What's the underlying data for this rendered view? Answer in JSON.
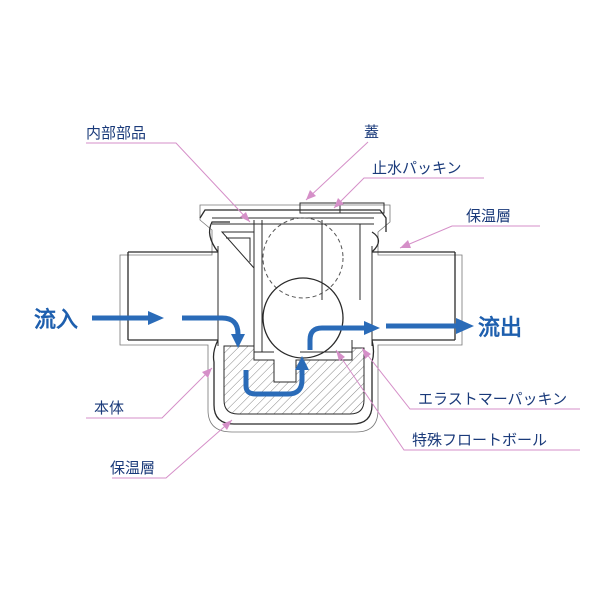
{
  "labels": {
    "inner_parts": "内部部品",
    "lid": "蓋",
    "water_packing": "止水パッキン",
    "insulation_top": "保温層",
    "inflow": "流入",
    "outflow": "流出",
    "body": "本体",
    "elastomer_packing": "エラストマーパッキン",
    "special_float_ball": "特殊フロートボール",
    "insulation_bottom": "保温層"
  },
  "colors": {
    "text": "#1a3a7a",
    "flow": "#2a6bb8",
    "leader": "#d58fc8",
    "outline": "#2b2b2b",
    "hatch": "#888888"
  }
}
